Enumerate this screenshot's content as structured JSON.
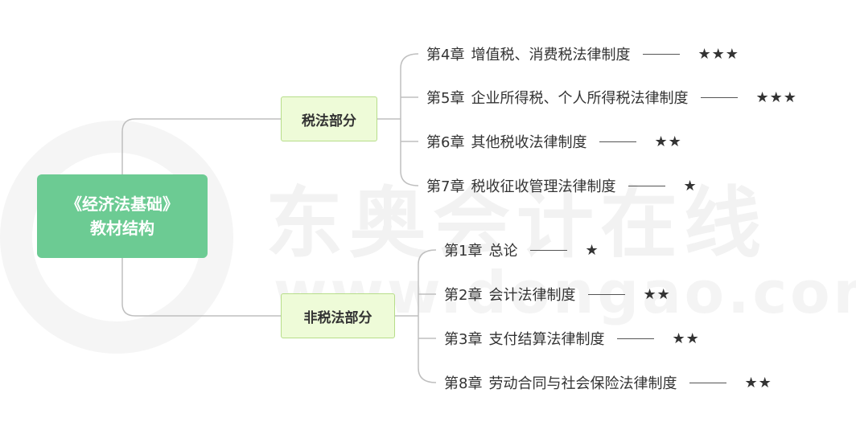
{
  "root": {
    "line1": "《经济法基础》",
    "line2": "教材结构"
  },
  "branches": [
    {
      "label": "税法部分",
      "chapters": [
        {
          "num": "第4章",
          "title": "增值税、消费税法律制度",
          "stars": "★★★"
        },
        {
          "num": "第5章",
          "title": "企业所得税、个人所得税法律制度",
          "stars": "★★★"
        },
        {
          "num": "第6章",
          "title": "其他税收法律制度",
          "stars": "★★"
        },
        {
          "num": "第7章",
          "title": "税收征收管理法律制度",
          "stars": "★"
        }
      ]
    },
    {
      "label": "非税法部分",
      "chapters": [
        {
          "num": "第1章",
          "title": "总论",
          "stars": "★"
        },
        {
          "num": "第2章",
          "title": "会计法律制度",
          "stars": "★★"
        },
        {
          "num": "第3章",
          "title": "支付结算法律制度",
          "stars": "★★"
        },
        {
          "num": "第8章",
          "title": "劳动合同与社会保险法律制度",
          "stars": "★★"
        }
      ]
    }
  ],
  "watermark": {
    "brand": "东奥会计在线",
    "domain": "www.dongao.com"
  }
}
